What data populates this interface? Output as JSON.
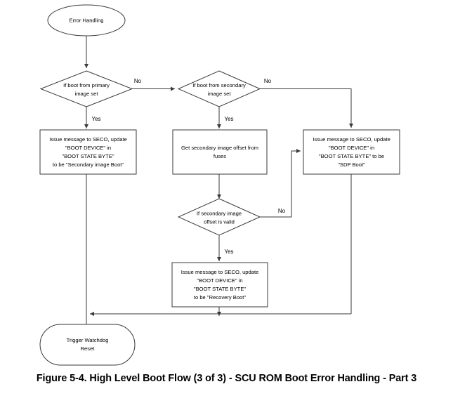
{
  "figure": {
    "caption": "Figure 5-4. High Level Boot Flow (3 of 3) - SCU ROM Boot Error Handling - Part 3",
    "colors": {
      "stroke": "#3a3a3a",
      "fill": "#ffffff",
      "text": "#000000"
    }
  },
  "nodes": {
    "start": {
      "type": "terminator-ellipse",
      "lines": [
        "Error Handling"
      ]
    },
    "decision_primary": {
      "type": "decision",
      "lines": [
        "If boot from primary",
        "image set"
      ]
    },
    "decision_secondary": {
      "type": "decision",
      "lines": [
        "If boot from secondary",
        "image set"
      ]
    },
    "decision_offset_valid": {
      "type": "decision",
      "lines": [
        "If secondary image",
        "offset is valid"
      ]
    },
    "process_secondary_image_boot": {
      "type": "process",
      "lines": [
        "Issue message to SECO, update",
        "\"BOOT DEVICE\" in",
        "\"BOOT STATE BYTE\"",
        "to be \"Secondary image Boot\""
      ]
    },
    "process_get_offset": {
      "type": "process",
      "lines": [
        "Get secondary image offset from",
        "fuses"
      ]
    },
    "process_sdp_boot": {
      "type": "process",
      "lines": [
        "Issue message to SECO, update",
        "\"BOOT DEVICE\" in",
        "\"BOOT STATE BYTE\" to be",
        "\"SDP Boot\""
      ]
    },
    "process_recovery_boot": {
      "type": "process",
      "lines": [
        "Issue message to SECO, update",
        "\"BOOT DEVICE\" in",
        "\"BOOT STATE BYTE\"",
        "to be \"Recovery Boot\""
      ]
    },
    "end": {
      "type": "terminator-rounded",
      "lines": [
        "Trigger Watchdog",
        "Reset"
      ]
    }
  },
  "edge_labels": {
    "primary_no": "No",
    "primary_yes": "Yes",
    "secondary_no": "No",
    "secondary_yes": "Yes",
    "offset_no": "No",
    "offset_yes": "Yes"
  }
}
